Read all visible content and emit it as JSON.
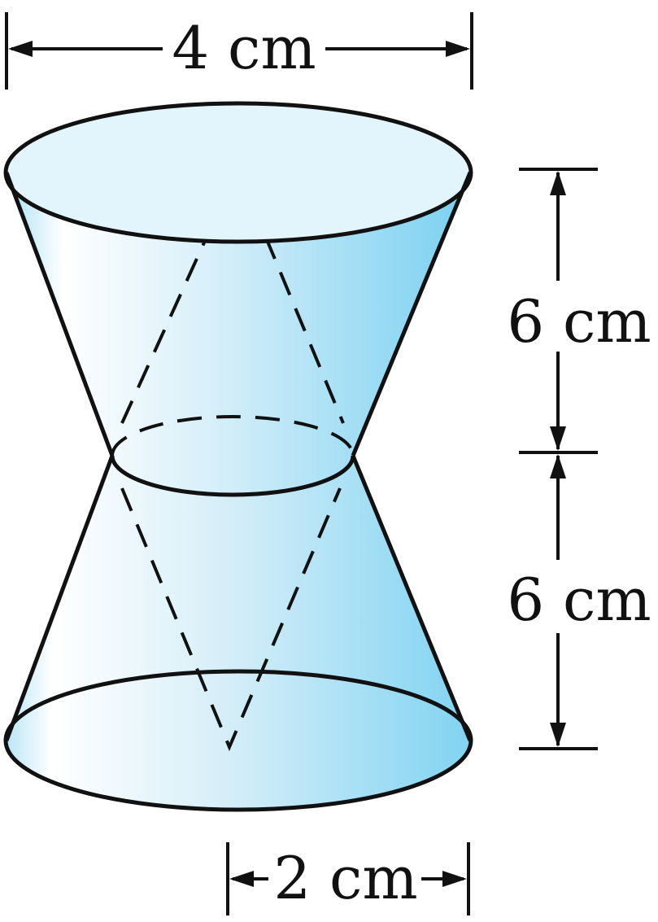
{
  "labels": {
    "top_width": "4 cm",
    "upper_height": "6 cm",
    "lower_height": "6 cm",
    "bottom_radius": "2 cm"
  },
  "colors": {
    "fill_light": "#ffffff",
    "fill_mid": "#d8f0fa",
    "fill_dark": "#7fd3f2",
    "ellipse_top": "#e2f5fc",
    "stroke": "#111111"
  }
}
